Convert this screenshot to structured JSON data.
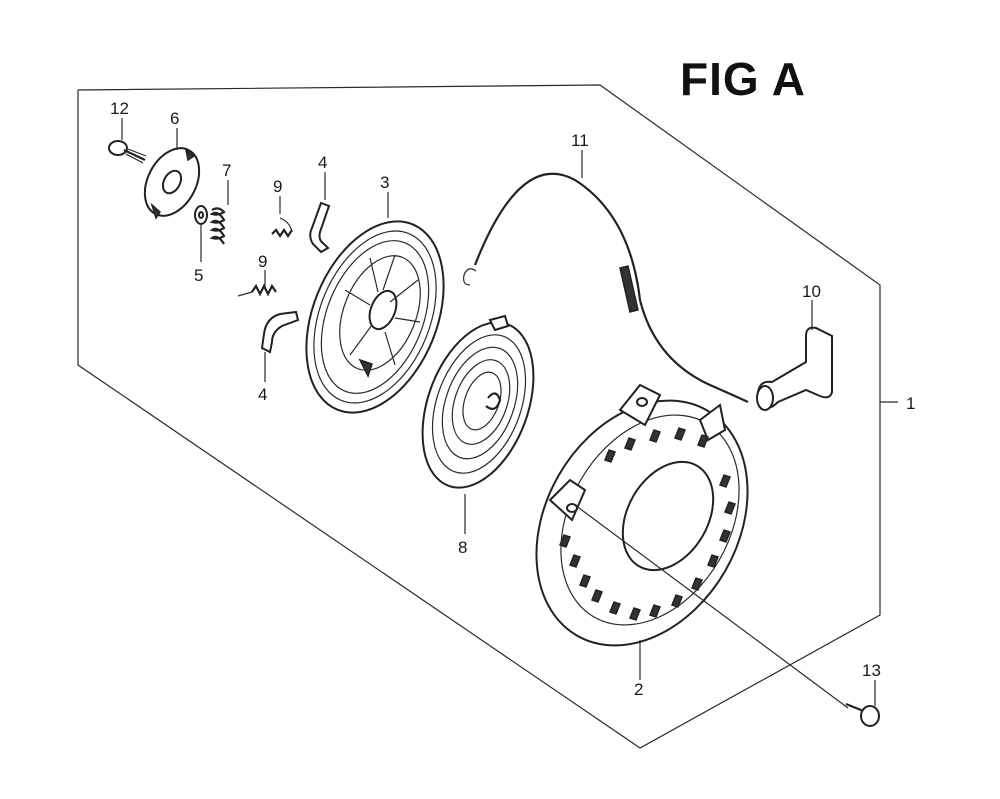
{
  "figure": {
    "title": "FIG A",
    "callouts": [
      "1",
      "2",
      "3",
      "4",
      "4",
      "5",
      "6",
      "7",
      "8",
      "9",
      "9",
      "10",
      "11",
      "12",
      "13"
    ]
  }
}
